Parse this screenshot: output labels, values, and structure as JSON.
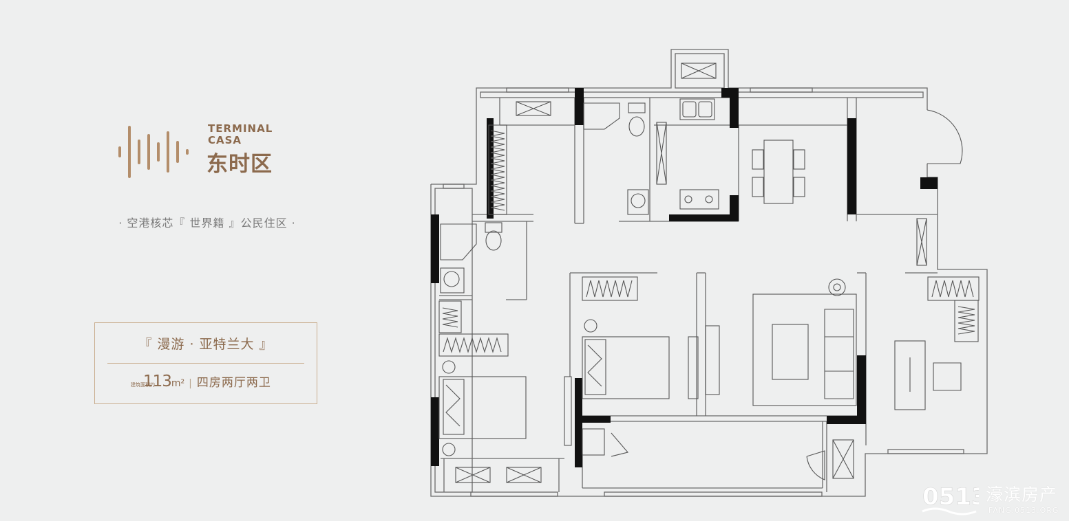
{
  "brand": {
    "en_line1": "TERMINAL",
    "en_line2": "CASA",
    "cn_name": "东时区",
    "color": "#8c6a4d"
  },
  "slogan": "· 空港核芯『 世界籍 』公民住区 ·",
  "unit": {
    "title": "『 漫游 · 亚特兰大 』",
    "area_label": "建筑面积约",
    "area_value": "113",
    "area_unit": "m²",
    "separator": "|",
    "layout_type": "四房两厅两卫"
  },
  "watermark": {
    "logo_text": "0513",
    "cn_text": "濠滨房产",
    "url": "FANG.0513.ORG"
  },
  "icons": [
    "sound-wave-logo-icon",
    "floor-plan-icon",
    "watermark-logo-icon"
  ]
}
